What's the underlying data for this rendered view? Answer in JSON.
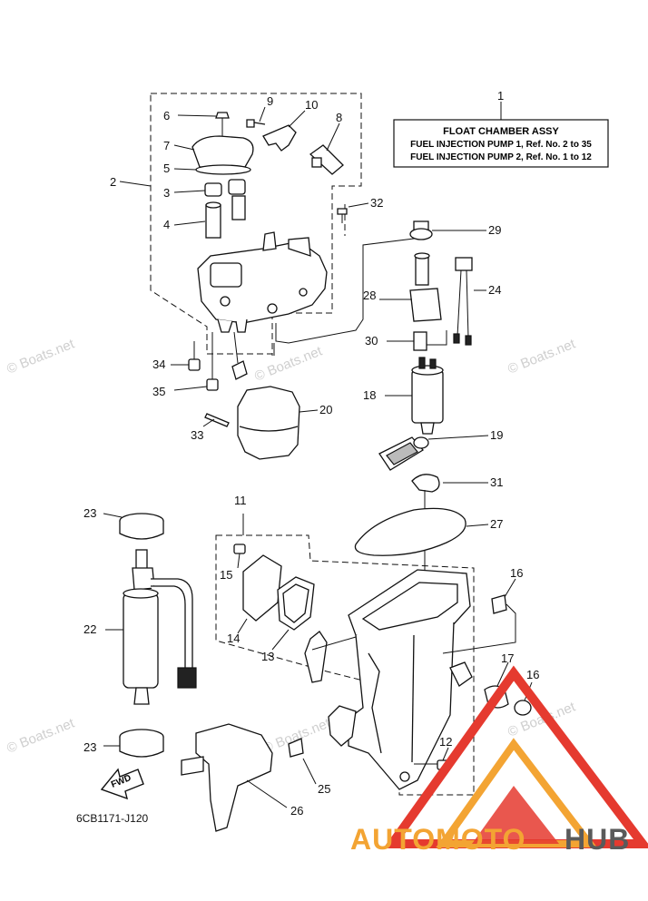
{
  "title_box": {
    "ref": "1",
    "heading": "FLOAT CHAMBER ASSY",
    "line1": "FUEL INJECTION PUMP 1, Ref. No. 2 to 35",
    "line2": "FUEL INJECTION PUMP 2, Ref. No. 1 to 12"
  },
  "callouts": {
    "c1": "1",
    "c2": "2",
    "c3": "3",
    "c4": "4",
    "c5": "5",
    "c6": "6",
    "c7": "7",
    "c8": "8",
    "c9": "9",
    "c10": "10",
    "c11": "11",
    "c12": "12",
    "c13": "13",
    "c14": "14",
    "c15": "15",
    "c16a": "16",
    "c16b": "16",
    "c17": "17",
    "c18": "18",
    "c19": "19",
    "c20": "20",
    "c22": "22",
    "c23a": "23",
    "c23b": "23",
    "c24": "24",
    "c25": "25",
    "c26": "26",
    "c27": "27",
    "c28": "28",
    "c29": "29",
    "c30": "30",
    "c31": "31",
    "c32": "32",
    "c33": "33",
    "c34": "34",
    "c35": "35"
  },
  "fwd_label": "FWD",
  "diagram_code": "6CB1171-J120",
  "watermarks": {
    "center": "© Boats.net",
    "left": "© Boats.net",
    "right": "© Boats.net",
    "bottom_left": "© Boats.net",
    "bottom_mid": "© Boats.net",
    "bottom_right": "© Boats.net"
  },
  "brand": {
    "part1": "AUTOMOTO",
    "part2": "HUB",
    "color_orange": "#f3a433",
    "color_grey": "#5a5a5a",
    "color_red": "#e53a2f"
  }
}
